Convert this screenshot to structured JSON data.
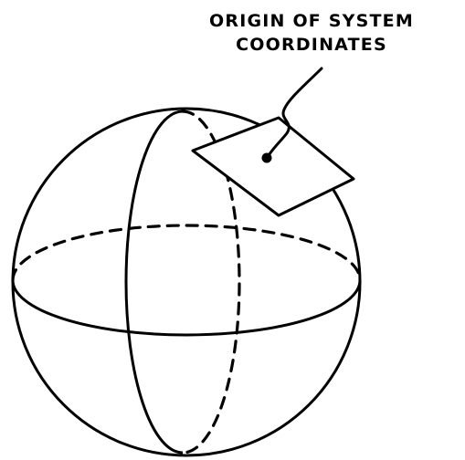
{
  "figure": {
    "label_lines": [
      "ORIGIN OF SYSTEM",
      "COORDINATES"
    ]
  },
  "colors": {
    "ink": "#000000",
    "background": "#ffffff"
  },
  "elements": {
    "sphere": "sphere-outline",
    "equator": "equator-ellipse",
    "meridian": "meridian-ellipse",
    "plane": "tangent-plane",
    "origin": "origin-dot",
    "leader": "leader-line"
  }
}
